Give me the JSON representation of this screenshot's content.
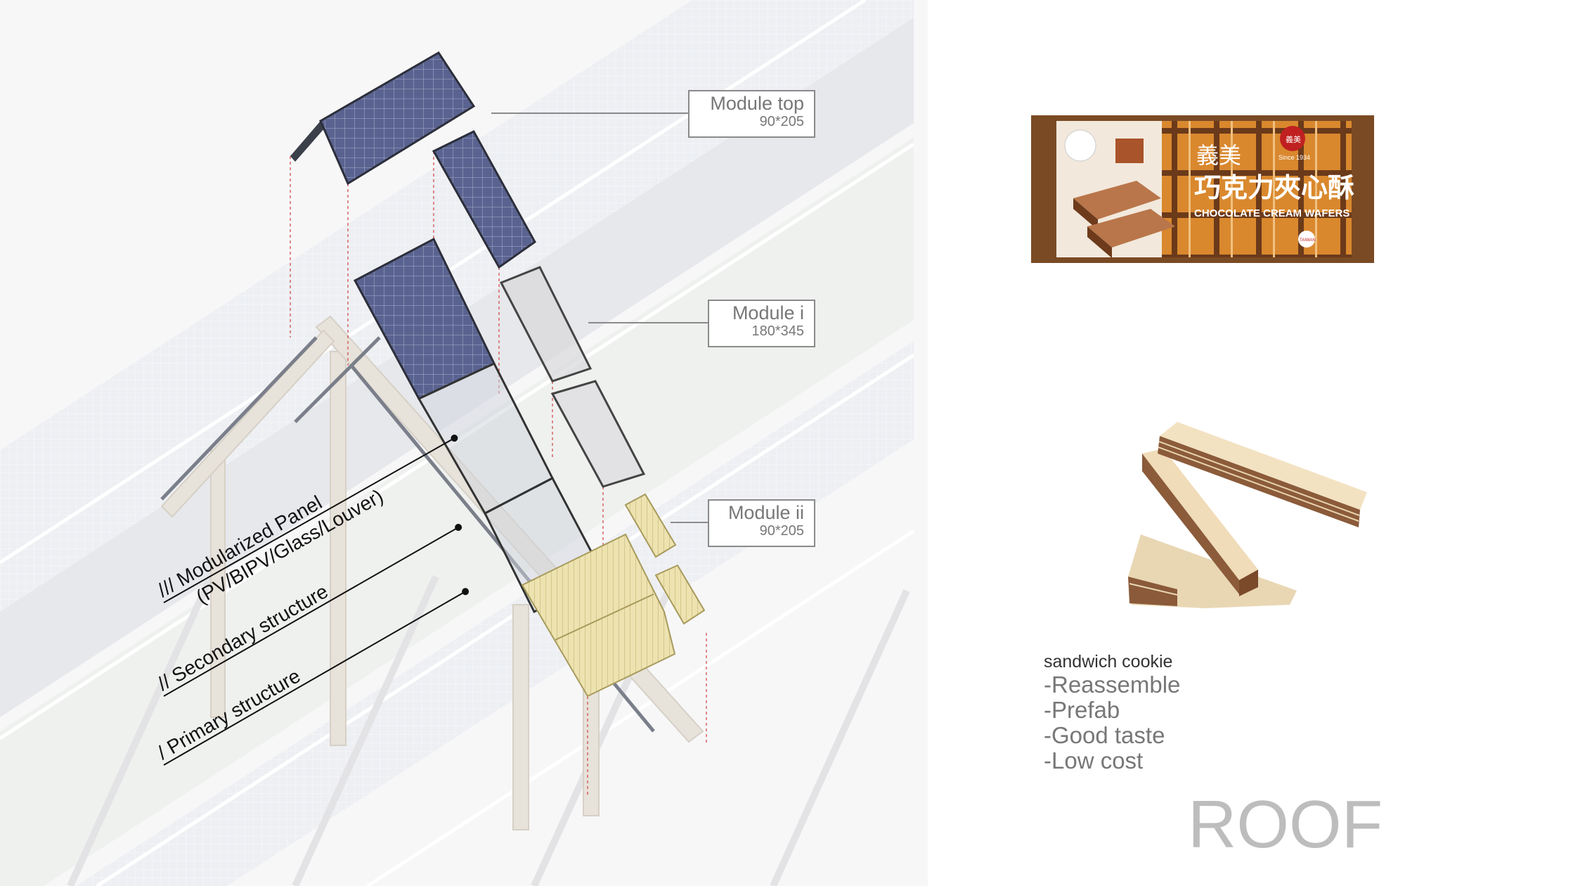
{
  "diagram": {
    "modules": [
      {
        "name": "Module top",
        "size": "90*205"
      },
      {
        "name": "Module i",
        "size": "180*345"
      },
      {
        "name": "Module ii",
        "size": "90*205"
      }
    ],
    "layers": [
      {
        "prefix": "///",
        "label": "Modularized Panel",
        "sublabel": "(PV/BIPV/Glass/Louver)"
      },
      {
        "prefix": "//",
        "label": "Secondary structure"
      },
      {
        "prefix": "/",
        "label": "Primary structure"
      }
    ]
  },
  "package": {
    "brand": "義美",
    "product_cn": "巧克力夾心酥",
    "product_en": "CHOCOLATE CREAM WAFERS",
    "logo_text": "義美",
    "since": "Since 1934",
    "badge": "TAIWAN"
  },
  "notes": {
    "title": "sandwich cookie",
    "items": [
      "-Reassemble",
      "-Prefab",
      "-Good taste",
      "-Low cost"
    ]
  },
  "section_title": "ROOF",
  "colors": {
    "pv": "#4a5580",
    "louver": "#e8dca0",
    "label_text": "#777777",
    "roof_title": "#bdbdbd"
  }
}
